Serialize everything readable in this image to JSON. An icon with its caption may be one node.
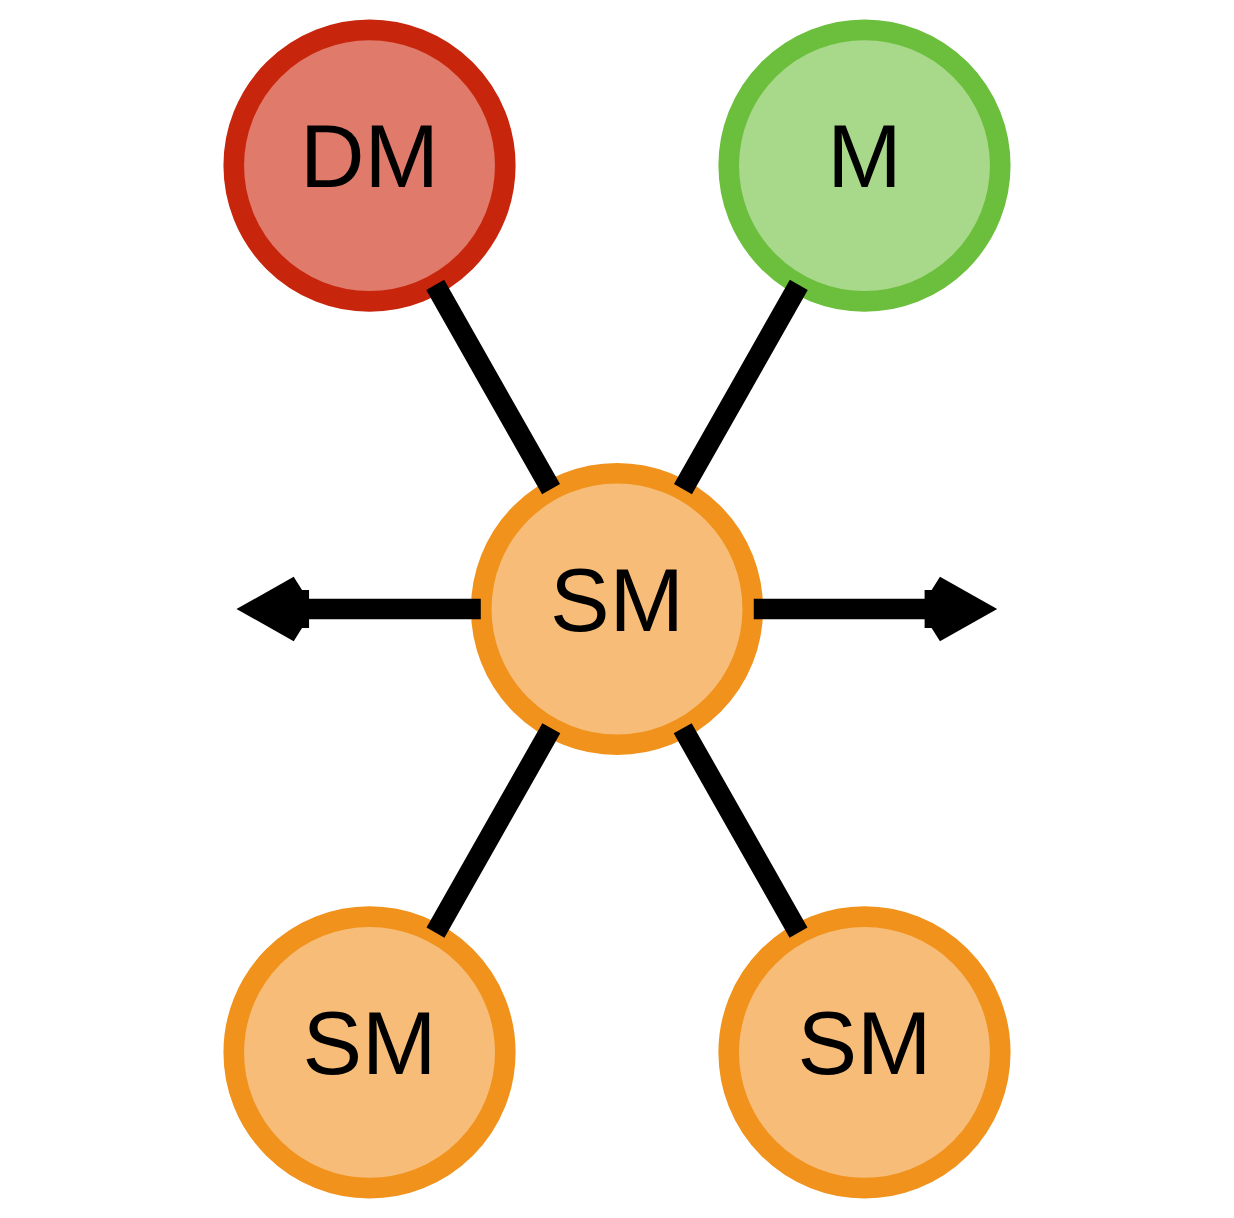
{
  "diagram": {
    "nodes": [
      {
        "text": [
          "DM"
        ]
      },
      {
        "text": [
          "M"
        ]
      },
      {
        "text": [
          "SM"
        ]
      },
      {
        "text": [
          "SM"
        ]
      },
      {
        "text": [
          "SM"
        ]
      }
    ],
    "edges": [
      {
        "from": 0,
        "to": 2,
        "arrow": "none"
      },
      {
        "from": 1,
        "to": 2,
        "arrow": "none"
      },
      {
        "from": 2,
        "to": null,
        "arrow": "to"
      },
      {
        "from": 2,
        "to": null,
        "arrow": "to"
      },
      {
        "from": 2,
        "to": 3,
        "arrow": "none"
      },
      {
        "from": 2,
        "to": 4,
        "arrow": "none"
      }
    ]
  }
}
